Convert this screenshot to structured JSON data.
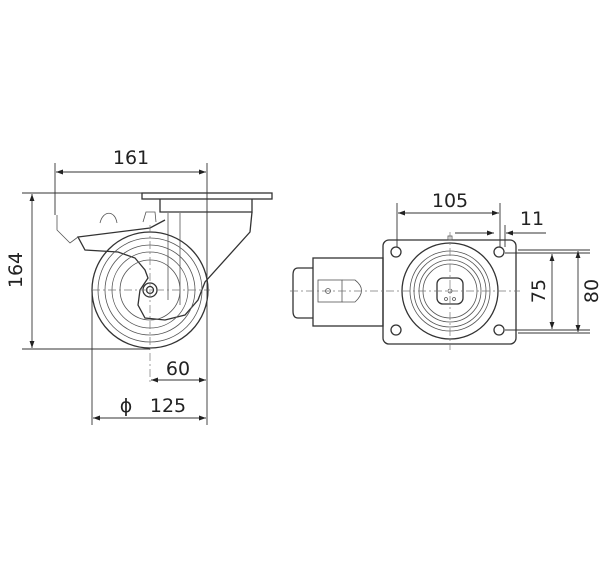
{
  "drawing": {
    "side_view": {
      "overall_width": "161",
      "overall_height": "164",
      "offset": "60",
      "diameter_symbol": "ϕ",
      "wheel_diameter": "125"
    },
    "top_view": {
      "bolt_spacing_x": "105",
      "bolt_hole": "11",
      "bolt_spacing_y": "75",
      "plate_width": "80"
    }
  }
}
